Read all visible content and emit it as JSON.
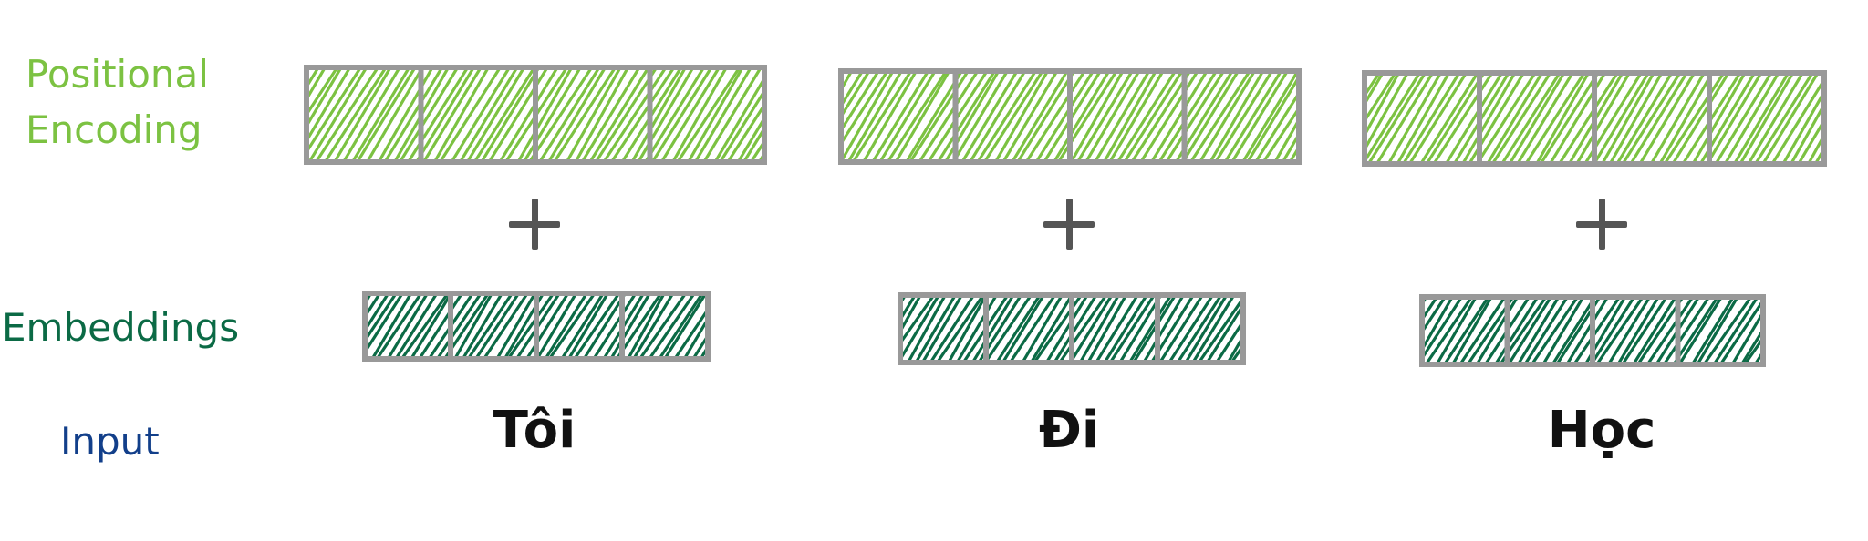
{
  "labels": {
    "positional_encoding": "Positional Encoding",
    "embeddings": "Embeddings",
    "input": "Input"
  },
  "tokens": [
    "Tôi",
    "Đi",
    "Học"
  ],
  "plus_symbol": "+",
  "vector_cells": 4,
  "colors": {
    "positional_encoding": "#7cc242",
    "embeddings": "#0b6a45",
    "input_label": "#123f8a",
    "box_outline": "#999999",
    "plus": "#555555",
    "token_text": "#111111"
  }
}
